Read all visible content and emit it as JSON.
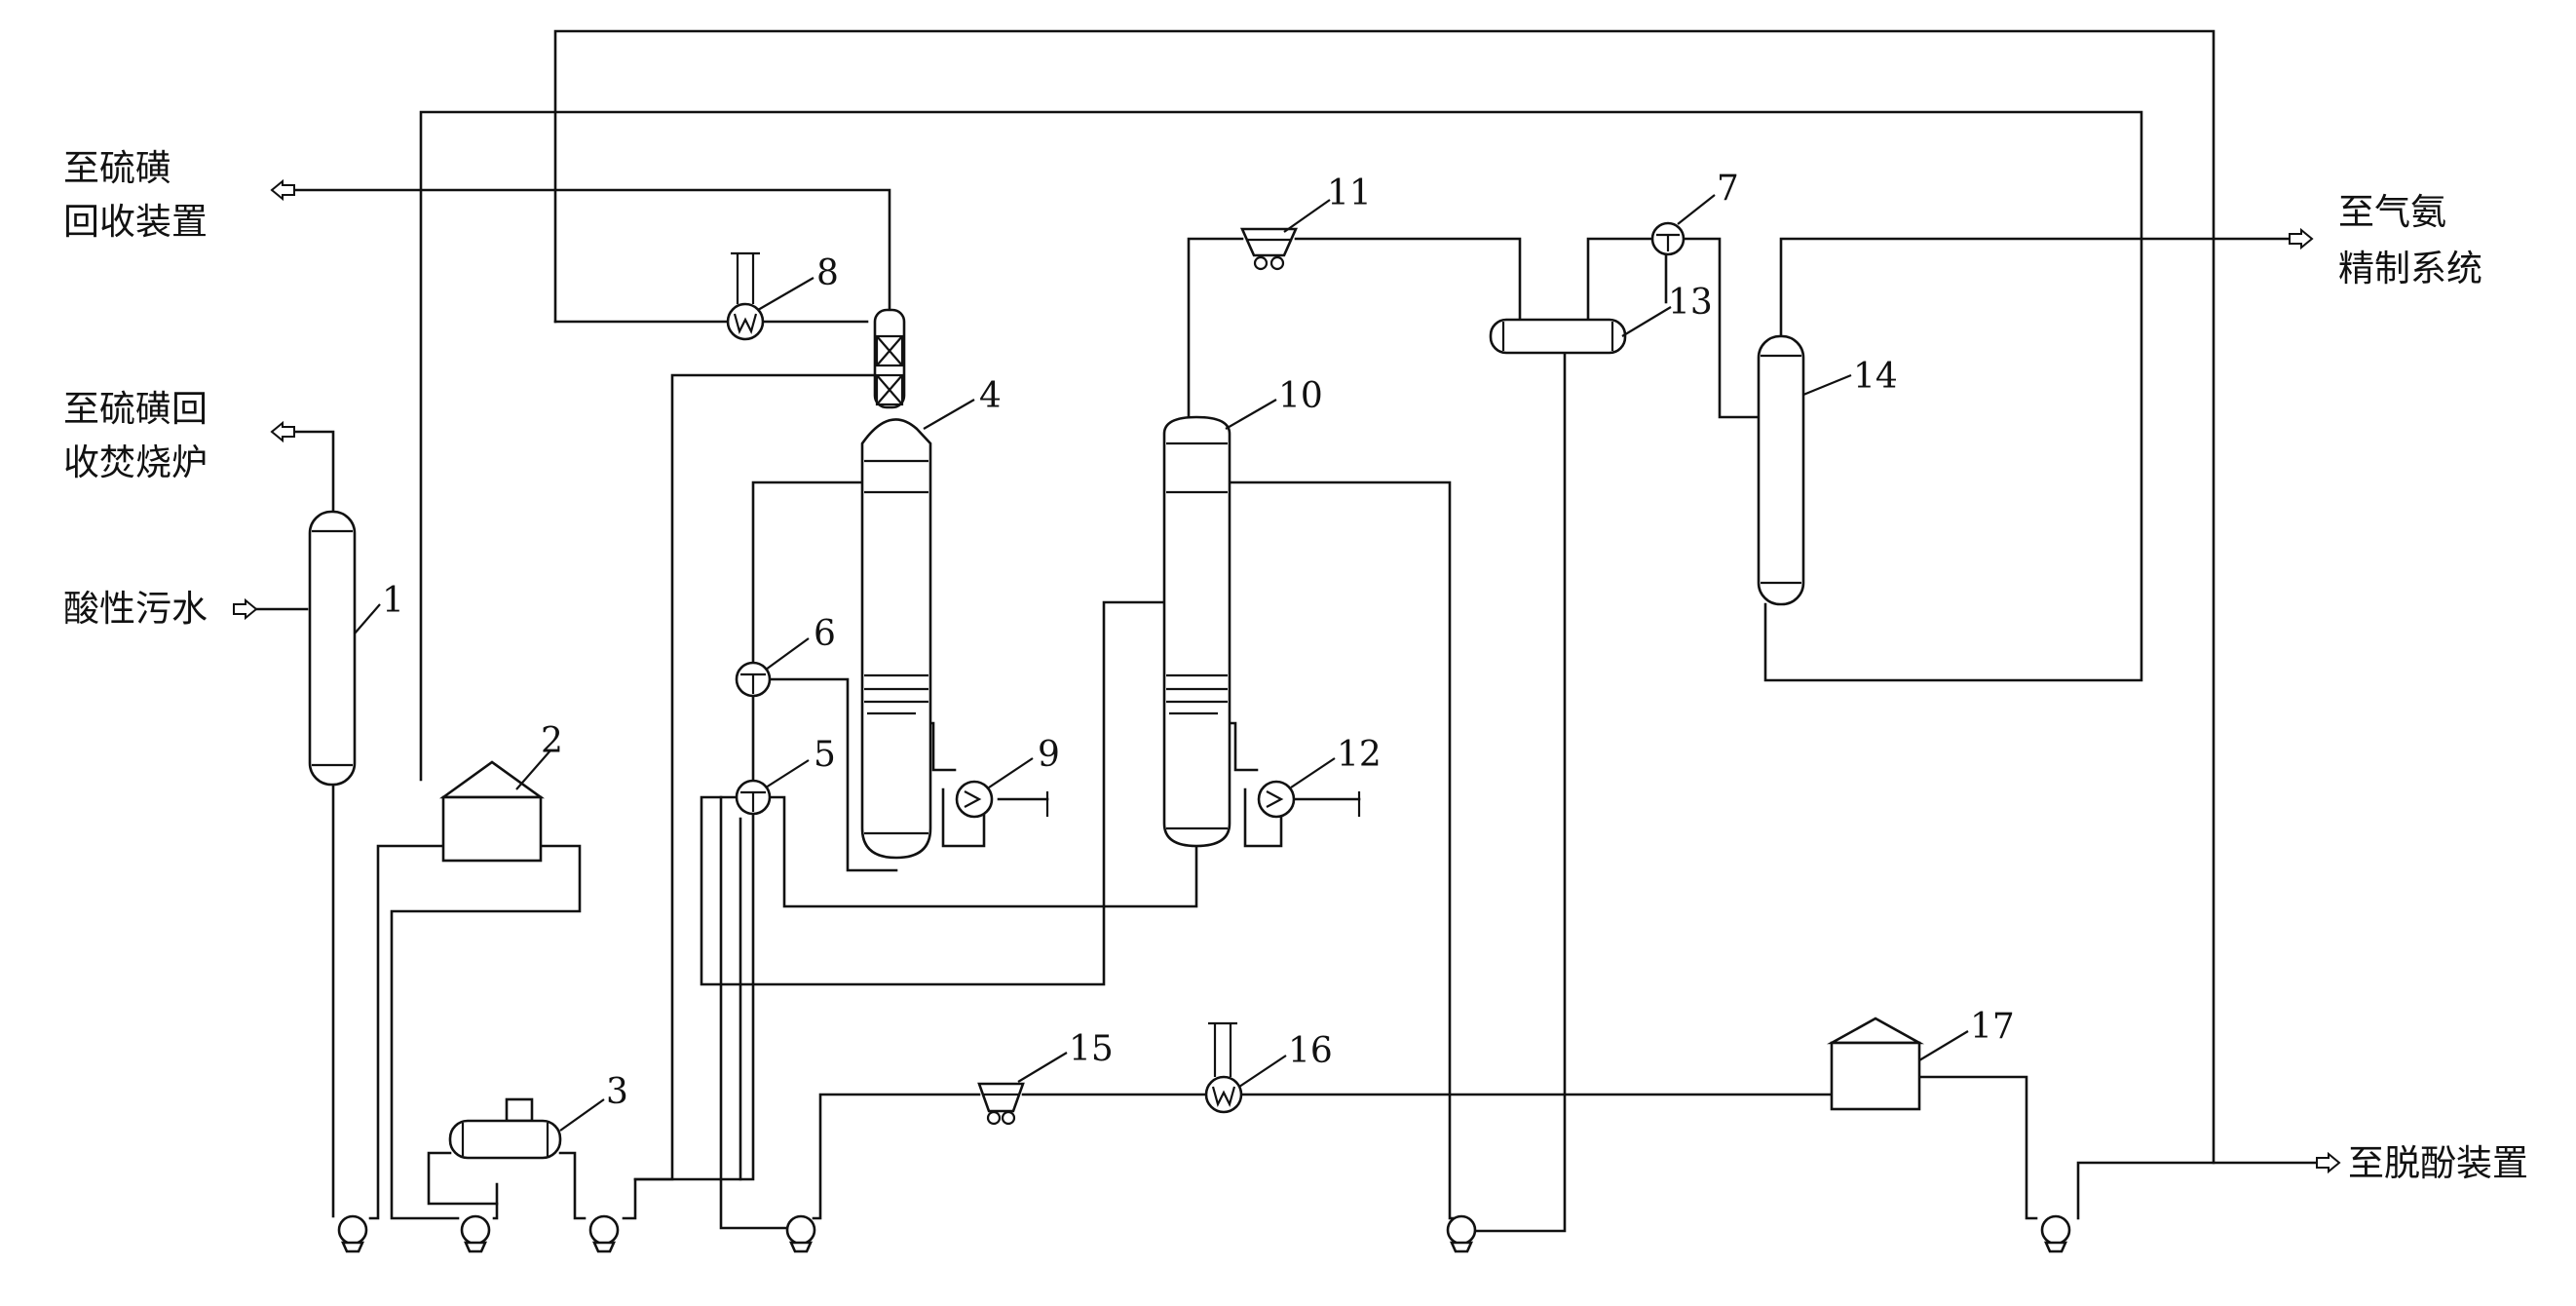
{
  "labels": {
    "to_sulfur_recovery_unit": [
      "至硫磺",
      "回收装置"
    ],
    "to_sulfur_incinerator": [
      "至硫磺回",
      "收焚烧炉"
    ],
    "acid_sour_water": "酸性污水",
    "to_ammonia_refining": [
      "至气氨",
      "精制系统"
    ],
    "to_dephenol_unit": "至脱酚装置"
  },
  "equipment_numbers": [
    "1",
    "2",
    "3",
    "4",
    "5",
    "6",
    "7",
    "8",
    "9",
    "10",
    "11",
    "12",
    "13",
    "14",
    "15",
    "16",
    "17"
  ]
}
